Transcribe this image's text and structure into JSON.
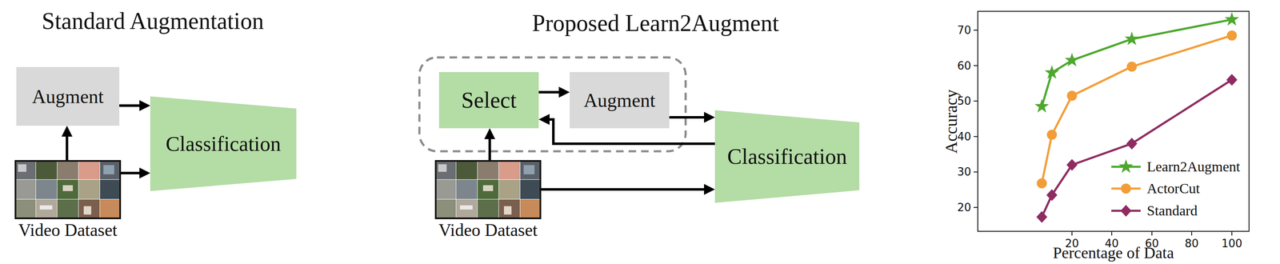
{
  "diagram": {
    "nodes": [
      {
        "text": [
          "Augment"
        ]
      },
      {
        "text": [
          "Classification"
        ]
      },
      {
        "text": [
          "Video Dataset"
        ]
      },
      {
        "text": [
          "Select"
        ]
      },
      {
        "text": [
          "Augment"
        ]
      },
      {
        "text": [
          "Classification"
        ]
      },
      {
        "text": [
          "Video Dataset"
        ]
      }
    ],
    "edges": [
      {
        "from": 2,
        "to": 0,
        "arrow": "to"
      },
      {
        "from": 0,
        "to": 1,
        "arrow": "to"
      },
      {
        "from": 2,
        "to": 1,
        "arrow": "to"
      },
      {
        "from": 6,
        "to": 3,
        "arrow": "to"
      },
      {
        "from": 3,
        "to": 4,
        "arrow": "to"
      },
      {
        "from": 4,
        "to": 5,
        "arrow": "to"
      },
      {
        "from": 5,
        "to": 3,
        "arrow": "to"
      },
      {
        "from": 6,
        "to": 5,
        "arrow": "to"
      }
    ],
    "labels": [
      "Standard Augmentation",
      "Proposed Learn2Augment",
      "20",
      "30",
      "40",
      "50",
      "60",
      "70",
      "20",
      "40",
      "60",
      "80",
      "100",
      "Accuracy",
      "Percentage of Data"
    ],
    "legend": [
      {
        "text": "Learn2Augment"
      },
      {
        "text": "ActorCut"
      },
      {
        "text": "Standard"
      }
    ]
  }
}
